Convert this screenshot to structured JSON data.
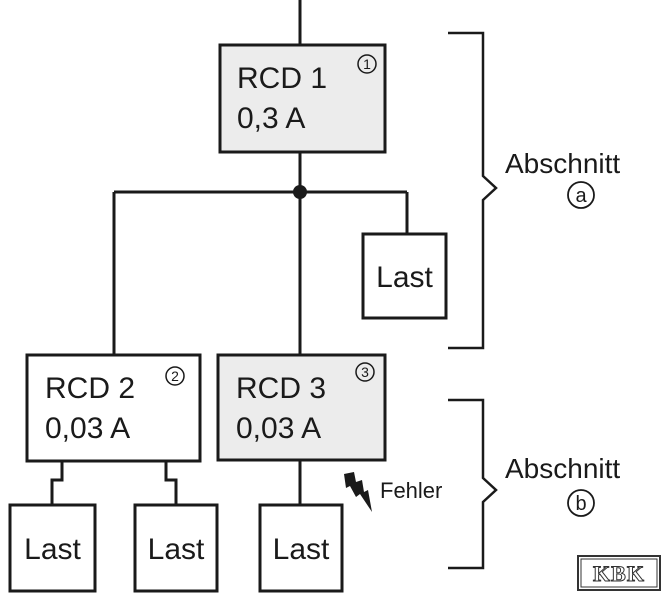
{
  "rcd1": {
    "name": "RCD 1",
    "current": "0,3 A",
    "marker": "1"
  },
  "rcd2": {
    "name": "RCD 2",
    "current": "0,03 A",
    "marker": "2"
  },
  "rcd3": {
    "name": "RCD 3",
    "current": "0,03 A",
    "marker": "3"
  },
  "loads": {
    "upper": "Last",
    "rcd2_left": "Last",
    "rcd2_right": "Last",
    "rcd3": "Last"
  },
  "fault": {
    "label": "Fehler",
    "icon": "lightning-bolt-icon"
  },
  "sections": {
    "a": {
      "label": "Abschnitt",
      "marker": "a"
    },
    "b": {
      "label": "Abschnitt",
      "marker": "b"
    }
  },
  "logo": {
    "text": "KBK"
  },
  "colors": {
    "rcd_fill_shaded": "#ececec",
    "rcd_fill_plain": "#ffffff",
    "line": "#1a1a1a"
  }
}
